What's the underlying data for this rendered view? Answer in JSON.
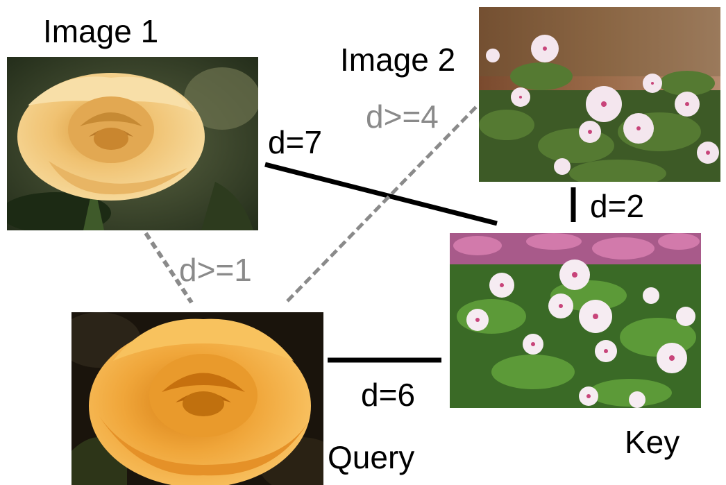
{
  "labels": {
    "image1": "Image 1",
    "image2": "Image 2",
    "query": "Query",
    "key": "Key"
  },
  "distances": {
    "image1_key": "d=7",
    "image2_key": "d=2",
    "query_key": "d=6",
    "query_image1": "d>=1",
    "query_image2": "d>=4"
  },
  "photos": {
    "image1": "yellow-rose-photo",
    "image2": "periwinkle-flowers-photo",
    "query": "yellow-rose-photo",
    "key": "periwinkle-flowers-photo"
  },
  "colors": {
    "solid_edge": "#000000",
    "bound_edge": "#8a8a8a"
  }
}
